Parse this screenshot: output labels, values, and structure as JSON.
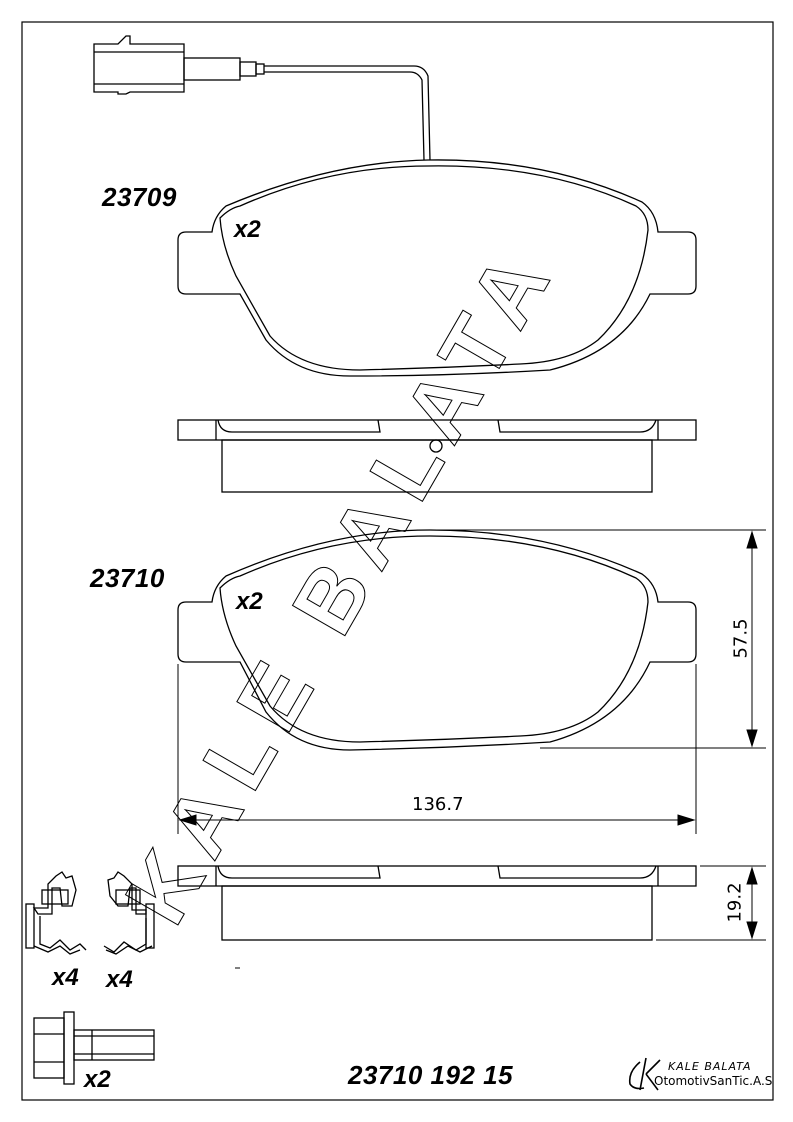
{
  "parts": {
    "top_part_number": "23709",
    "bottom_part_number": "23710"
  },
  "quantities": {
    "top_pad": "x2",
    "bottom_pad": "x2",
    "clip_left": "x4",
    "clip_right": "x4",
    "bolt": "x2"
  },
  "dimensions": {
    "width": "136.7",
    "height": "57.5",
    "thickness": "19.2"
  },
  "footer": {
    "document_number": "23710 192 15",
    "brand_name": "KALE BALATA",
    "company_name": "OtomotivSanTic.A.S"
  },
  "watermark": {
    "text": "KALE BALATA"
  },
  "colors": {
    "line": "#000000",
    "background": "#ffffff"
  }
}
